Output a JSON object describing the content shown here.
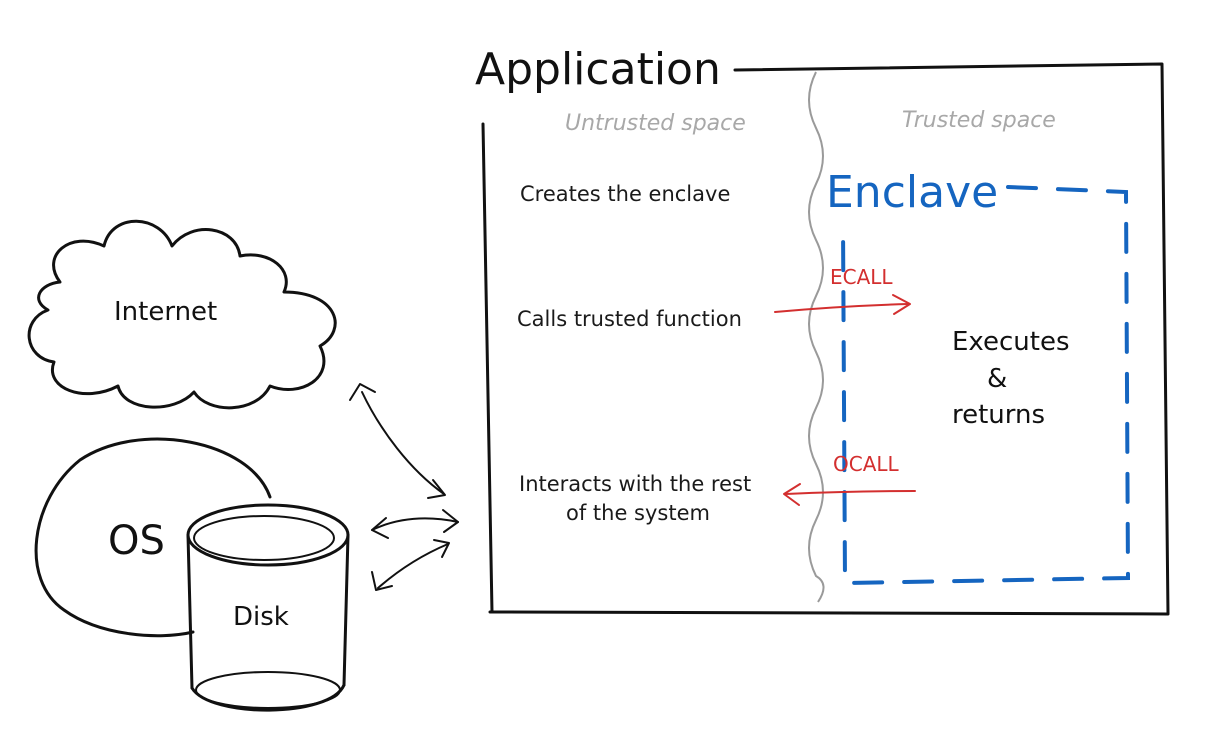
{
  "application": {
    "title": "Application",
    "untrusted_label": "Untrusted space",
    "trusted_label": "Trusted space",
    "steps": {
      "create": "Creates the enclave",
      "call": "Calls trusted function",
      "interact_line1": "Interacts with the rest",
      "interact_line2": "of the system"
    }
  },
  "enclave": {
    "title": "Enclave",
    "executes_line1": "Executes",
    "executes_line2": "&",
    "executes_line3": "returns",
    "color": "#1565c0"
  },
  "calls": {
    "ecall": "ECALL",
    "ocall": "OCALL",
    "color": "#d32f2f"
  },
  "external": {
    "internet": "Internet",
    "os": "OS",
    "disk": "Disk"
  }
}
